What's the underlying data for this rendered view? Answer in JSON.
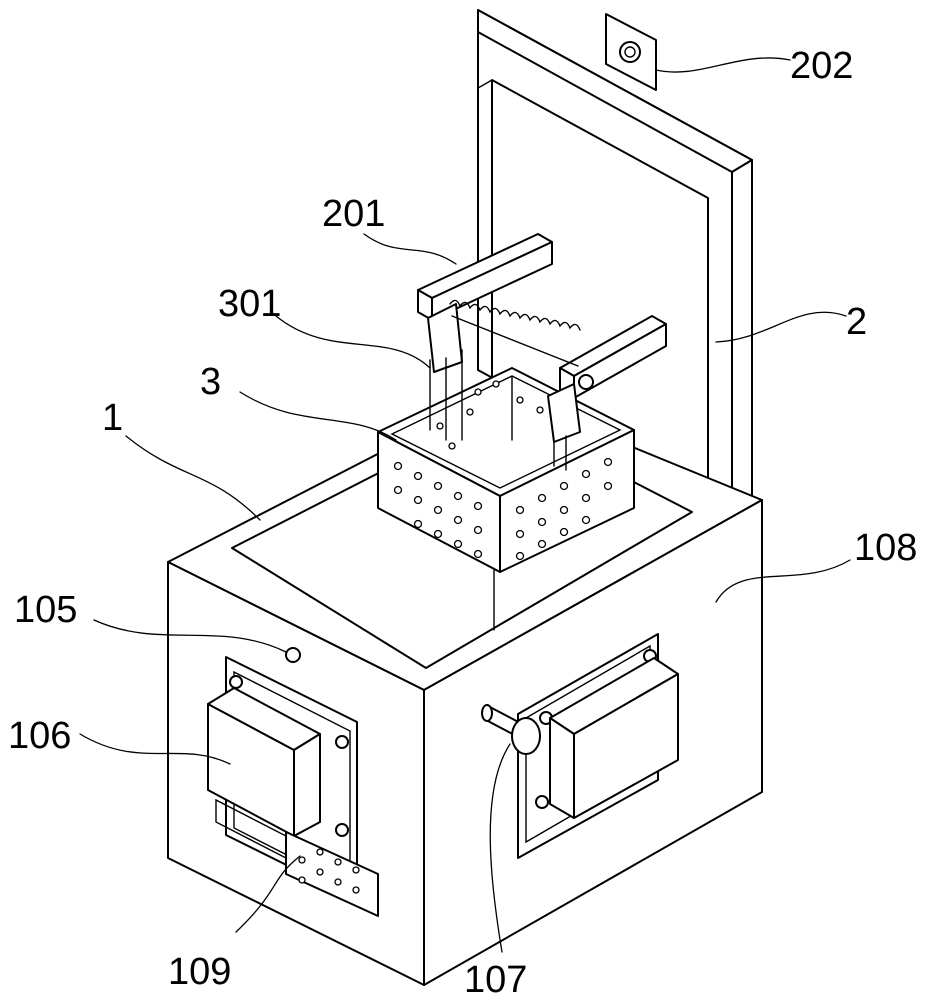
{
  "labels": {
    "housing": "1",
    "back_plate": "2",
    "bracket_arm": "201",
    "top_hanger": "202",
    "basket": "3",
    "basket_spring": "301",
    "indicator": "105",
    "left_motor": "106",
    "knob": "107",
    "crank_handle": "108",
    "vent_grille": "109"
  }
}
